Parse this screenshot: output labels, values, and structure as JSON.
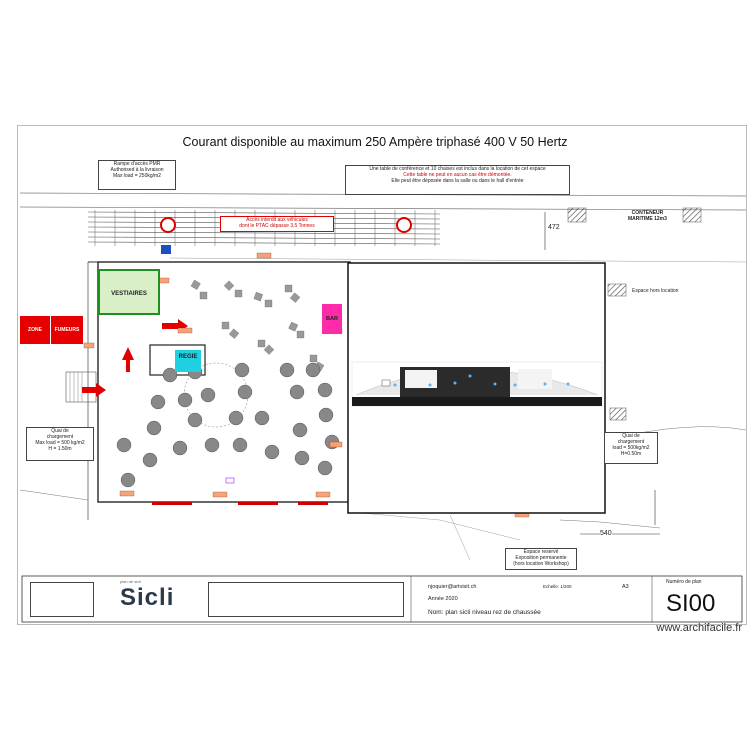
{
  "header": {
    "title": "Courant disponible au maximum 250 Ampère triphasé 400 V 50 Hertz"
  },
  "notes": {
    "ramp": [
      "Rampe d'accès PMR",
      "Authorised à la livraison",
      "Max load = 250kg/m2"
    ],
    "table": [
      "Une table de conférence et 10 chaises est inclus dans la location de cet espace",
      "Cette table ne peut en aucun cas être démontée.",
      "Elle peut être déposée dans la salle ou dans le hall d'entrée"
    ],
    "vehicle": [
      "Accès interdit aux véhicules",
      "dont le PTAC dépasse 3,5 Tonnes"
    ],
    "quai_left": [
      "Quai de",
      "chargement",
      "Max load = 500 kg/m2",
      "H = 1.50m"
    ],
    "quai_right": [
      "Quai de",
      "chargement",
      "load = 500kg/m2",
      "H=0.50m"
    ],
    "reserved": [
      "Espace reservé",
      "Exposition permanente",
      "(hors location Workshop)"
    ]
  },
  "labels": {
    "dimension_472": "472",
    "dimension_540": "540",
    "container": [
      "CONTENEUR",
      "MARITIME 12m3"
    ],
    "outside": "Espace hors location",
    "vestiaires": "VESTIAIRES",
    "zone": "ZONE",
    "fumeurs": "FUMEURS",
    "bar": "BAR",
    "regie": "REGIE"
  },
  "title_block": {
    "logo_caption": "plan de sicli",
    "logo": "Sicli",
    "email": "njoquier@artvisit.ch",
    "scale": "Echelle: 1/200",
    "format": "A3",
    "year": "Année 2020",
    "name": "Nom: plan sicli niveau rez de chaussée",
    "plan_label": "Numéro de plan",
    "plan_code": "SI00"
  },
  "footer": {
    "watermark": "www.archifacile.fr"
  },
  "colors": {
    "zone_red": "#e60000",
    "vestiaires_green": "#d8efc8",
    "vestiaires_border": "#1f8f1f",
    "bar_magenta": "#ff2aa8",
    "regie_cyan": "#1fd0e0",
    "arrow_red": "#e00000"
  }
}
